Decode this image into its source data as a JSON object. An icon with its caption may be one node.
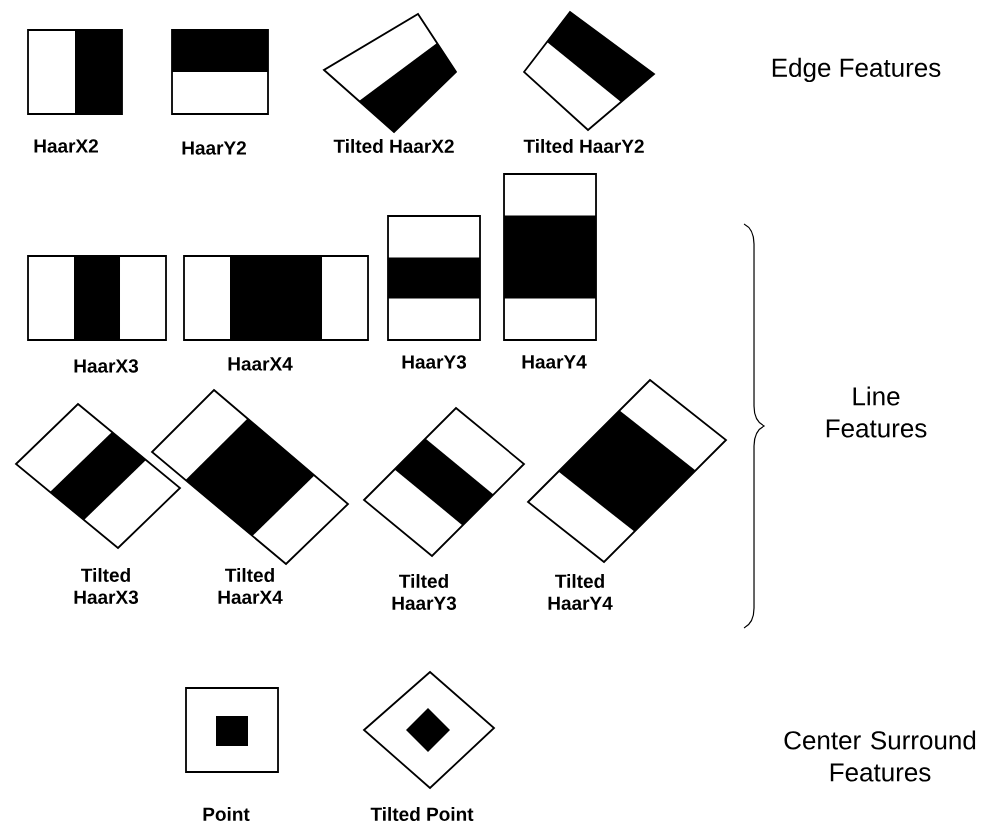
{
  "diagram": {
    "labels": [
      "HaarX2",
      "HaarY2",
      "Tilted HaarX2",
      "Tilted HaarY2",
      "Edge Features",
      "HaarX3",
      "HaarX4",
      "HaarY3",
      "HaarY4",
      "Line Features",
      "Tilted HaarX3",
      "Tilted HaarX4",
      "Tilted HaarY3",
      "Tilted HaarY4",
      "Point",
      "Tilted Point",
      "Center Surround Features"
    ]
  }
}
